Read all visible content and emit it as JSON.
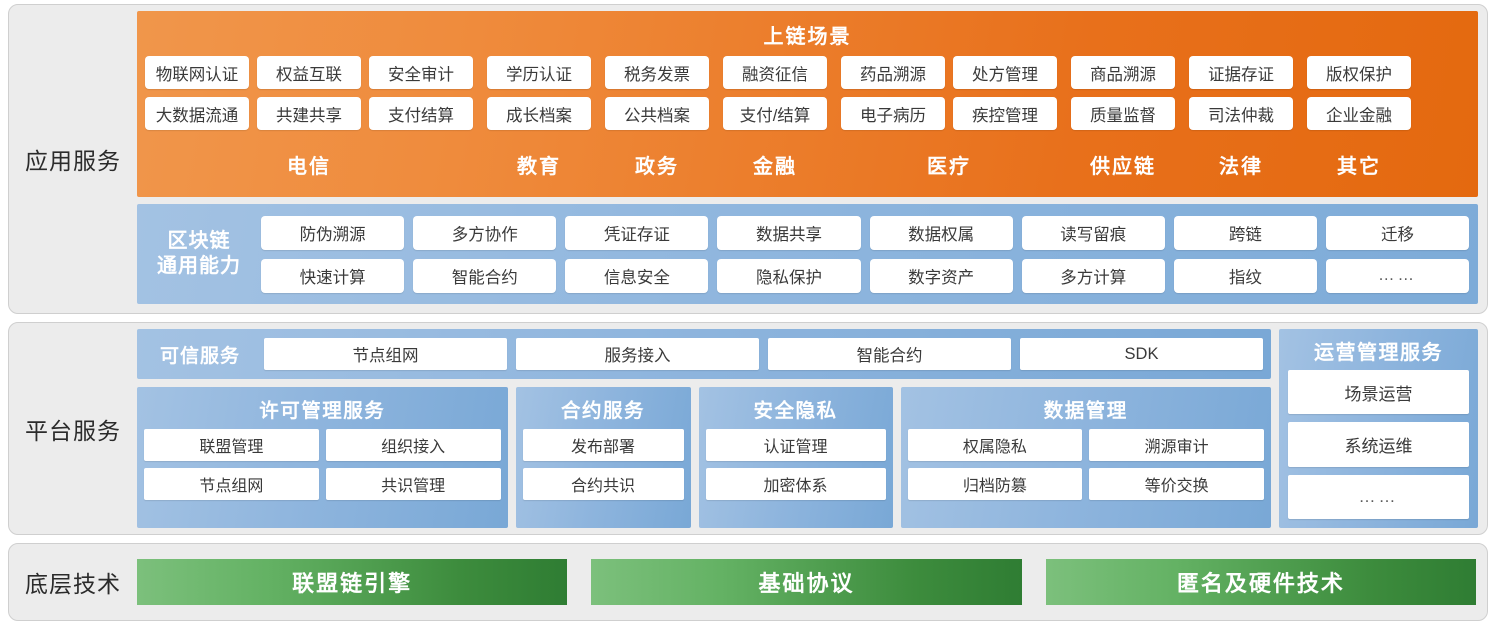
{
  "layers": {
    "application": {
      "label": "应用服务",
      "scene": {
        "title": "上链场景",
        "columns": [
          {
            "name": "电信",
            "row1": [
              "物联网认证",
              "权益互联",
              "安全审计"
            ],
            "row2": [
              "大数据流通",
              "共建共享",
              "支付结算"
            ]
          },
          {
            "name": "教育",
            "row1": [
              "学历认证"
            ],
            "row2": [
              "成长档案"
            ]
          },
          {
            "name": "政务",
            "row1": [
              "税务发票"
            ],
            "row2": [
              "公共档案"
            ]
          },
          {
            "name": "金融",
            "row1": [
              "融资征信"
            ],
            "row2": [
              "支付/结算"
            ]
          },
          {
            "name": "医疗",
            "row1": [
              "药品溯源",
              "处方管理"
            ],
            "row2": [
              "电子病历",
              "疾控管理"
            ]
          },
          {
            "name": "供应链",
            "row1": [
              "商品溯源"
            ],
            "row2": [
              "质量监督"
            ]
          },
          {
            "name": "法律",
            "row1": [
              "证据存证"
            ],
            "row2": [
              "司法仲裁"
            ]
          },
          {
            "name": "其它",
            "row1": [
              "版权保护"
            ],
            "row2": [
              "企业金融"
            ]
          }
        ]
      },
      "blockchain": {
        "title_line1": "区块链",
        "title_line2": "通用能力",
        "row1": [
          "防伪溯源",
          "多方协作",
          "凭证存证",
          "数据共享",
          "数据权属",
          "读写留痕",
          "跨链",
          "迁移"
        ],
        "row2": [
          "快速计算",
          "智能合约",
          "信息安全",
          "隐私保护",
          "数字资产",
          "多方计算",
          "指纹",
          "……"
        ]
      }
    },
    "platform": {
      "label": "平台服务",
      "trusted_service": {
        "title": "可信服务",
        "items": [
          "节点组网",
          "服务接入",
          "智能合约",
          "SDK"
        ]
      },
      "groups": [
        {
          "title": "许可管理服务",
          "row1": [
            "联盟管理",
            "组织接入"
          ],
          "row2": [
            "节点组网",
            "共识管理"
          ]
        },
        {
          "title": "合约服务",
          "row1": [
            "发布部署"
          ],
          "row2": [
            "合约共识"
          ]
        },
        {
          "title": "安全隐私",
          "row1": [
            "认证管理"
          ],
          "row2": [
            "加密体系"
          ]
        },
        {
          "title": "数据管理",
          "row1": [
            "权属隐私",
            "溯源审计"
          ],
          "row2": [
            "归档防篡",
            "等价交换"
          ]
        }
      ],
      "operations": {
        "title": "运营管理服务",
        "items": [
          "场景运营",
          "系统运维",
          "……"
        ]
      }
    },
    "base": {
      "label": "底层技术",
      "bars": [
        "联盟链引擎",
        "基础协议",
        "匿名及硬件技术"
      ]
    }
  },
  "colors": {
    "scene_orange_light": "#f0964b",
    "scene_orange_dark": "#e4690f",
    "blue_light": "#a3c2e3",
    "blue_dark": "#79a8d6",
    "green_light": "#7cc07c",
    "green_dark": "#2f7d33",
    "panel_bg": "#ececec",
    "panel_border": "#cfcfcf",
    "chip_bg": "#ffffff",
    "chip_text": "#3a3a3a"
  }
}
